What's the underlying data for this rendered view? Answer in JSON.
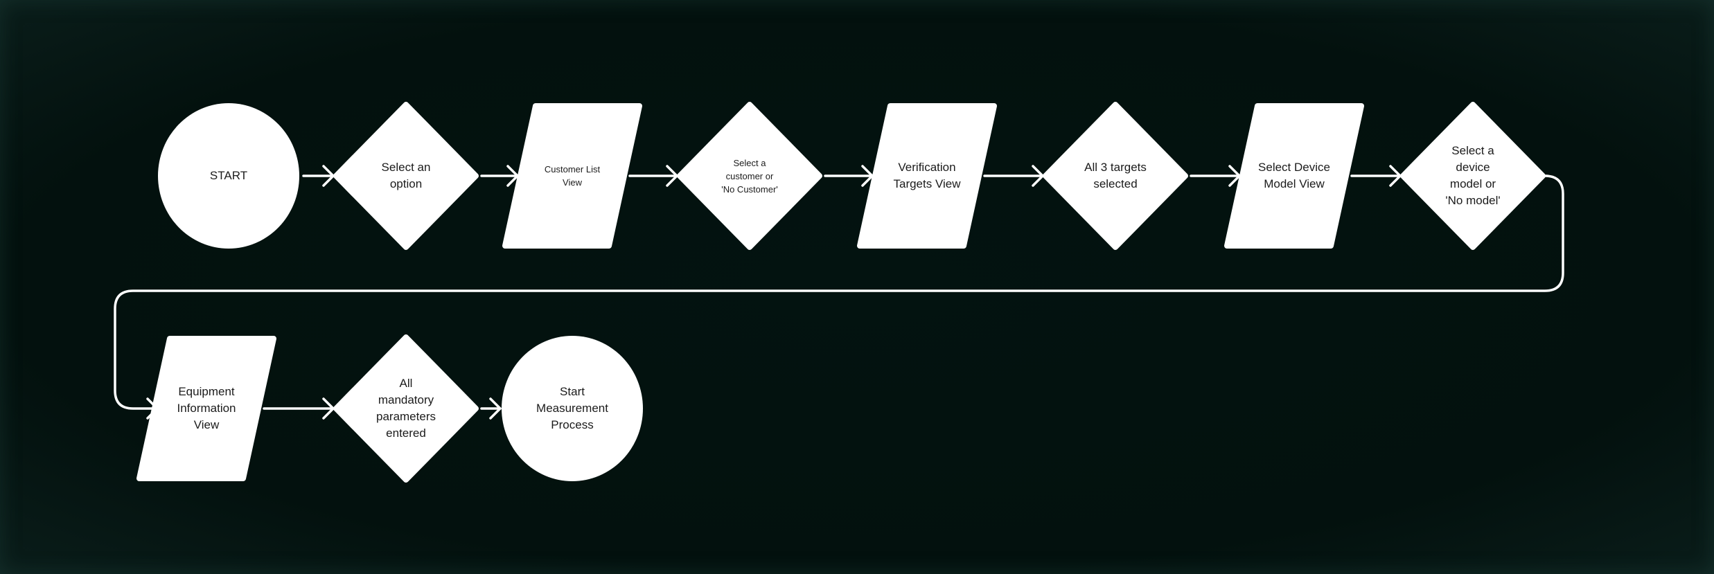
{
  "diagram": {
    "colors": {
      "background": "#03110e",
      "shape": "#ffffff",
      "line": "#ffffff",
      "text": "#1b1b1b"
    },
    "nodes": [
      {
        "id": "start",
        "shape": "circle",
        "label": "START"
      },
      {
        "id": "select-option",
        "shape": "diamond",
        "label": "Select an\noption"
      },
      {
        "id": "customer-list-view",
        "shape": "parallelogram",
        "label": "Customer List\nView"
      },
      {
        "id": "select-customer",
        "shape": "diamond",
        "label": "Select a\ncustomer or\n'No Customer'"
      },
      {
        "id": "verification-targets-view",
        "shape": "parallelogram",
        "label": "Verification\nTargets View"
      },
      {
        "id": "all-targets-selected",
        "shape": "diamond",
        "label": "All 3 targets\nselected"
      },
      {
        "id": "select-device-model-view",
        "shape": "parallelogram",
        "label": "Select Device\nModel View"
      },
      {
        "id": "select-device-model",
        "shape": "diamond",
        "label": "Select a\ndevice\nmodel or\n'No model'"
      },
      {
        "id": "equipment-information-view",
        "shape": "parallelogram",
        "label": "Equipment\nInformation\nView"
      },
      {
        "id": "mandatory-parameters-entered",
        "shape": "diamond",
        "label": "All\nmandatory\nparameters\nentered"
      },
      {
        "id": "start-measurement-process",
        "shape": "circle",
        "label": "Start\nMeasurement\nProcess"
      }
    ],
    "edges": [
      [
        "start",
        "select-option"
      ],
      [
        "select-option",
        "customer-list-view"
      ],
      [
        "customer-list-view",
        "select-customer"
      ],
      [
        "select-customer",
        "verification-targets-view"
      ],
      [
        "verification-targets-view",
        "all-targets-selected"
      ],
      [
        "all-targets-selected",
        "select-device-model-view"
      ],
      [
        "select-device-model-view",
        "select-device-model"
      ],
      [
        "select-device-model",
        "equipment-information-view"
      ],
      [
        "equipment-information-view",
        "mandatory-parameters-entered"
      ],
      [
        "mandatory-parameters-entered",
        "start-measurement-process"
      ]
    ]
  }
}
